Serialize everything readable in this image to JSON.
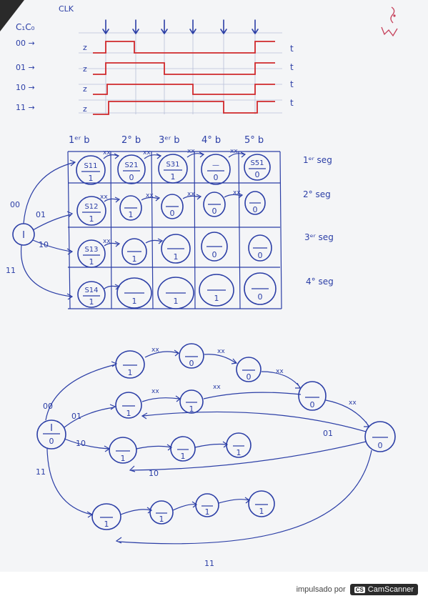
{
  "timing": {
    "clk_label": "CLK",
    "input_label": "C₁C₀",
    "rows": [
      {
        "label": "00 →",
        "z": "z",
        "t": "t"
      },
      {
        "label": "01 →",
        "z": "z",
        "t": "t"
      },
      {
        "label": "10 →",
        "z": "z",
        "t": "t"
      },
      {
        "label": "11 →",
        "z": "z",
        "t": "t"
      }
    ]
  },
  "grid": {
    "col_headers": [
      "1ᵉʳ b",
      "2° b",
      "3ᵉʳ b",
      "4° b",
      "5° b"
    ],
    "row_headers": [
      "1ᵉʳ seg",
      "2° seg",
      "3ᵉʳ seg",
      "4° seg"
    ],
    "cells": [
      [
        {
          "top": "S11",
          "bottom": "1"
        },
        {
          "top": "S21",
          "bottom": "0"
        },
        {
          "top": "S31",
          "bottom": "1"
        },
        {
          "top": "—",
          "bottom": "0"
        },
        {
          "top": "S51",
          "bottom": "0"
        }
      ],
      [
        {
          "top": "S12",
          "bottom": "1"
        },
        {
          "top": "",
          "bottom": "1"
        },
        {
          "top": "",
          "bottom": "0"
        },
        {
          "top": "",
          "bottom": "0"
        },
        {
          "top": "",
          "bottom": "0"
        }
      ],
      [
        {
          "top": "S13",
          "bottom": "1"
        },
        {
          "top": "",
          "bottom": "1"
        },
        {
          "top": "",
          "bottom": "1"
        },
        {
          "top": "",
          "bottom": "0"
        },
        {
          "top": "",
          "bottom": "0"
        }
      ],
      [
        {
          "top": "S14",
          "bottom": "1"
        },
        {
          "top": "",
          "bottom": "1"
        },
        {
          "top": "",
          "bottom": "1"
        },
        {
          "top": "",
          "bottom": "1"
        },
        {
          "top": "",
          "bottom": "0"
        }
      ]
    ],
    "xx": "xx",
    "initial": "I",
    "branch_labels": [
      "00",
      "01",
      "10",
      "11"
    ]
  },
  "diagram": {
    "initial_top": "I",
    "initial_bottom": "0",
    "xx": "xx",
    "branch_labels": [
      "00",
      "01",
      "10",
      "11"
    ],
    "return_labels": [
      "01",
      "10",
      "11"
    ],
    "row_outputs": [
      [
        "1",
        "0",
        "0",
        "0",
        "0"
      ],
      [
        "1",
        "1"
      ],
      [
        "1",
        "1",
        "1"
      ],
      [
        "1",
        "1",
        "1",
        "1"
      ]
    ]
  },
  "footer": {
    "powered_by": "impulsado por",
    "brand": "CamScanner",
    "badge": "CS"
  }
}
